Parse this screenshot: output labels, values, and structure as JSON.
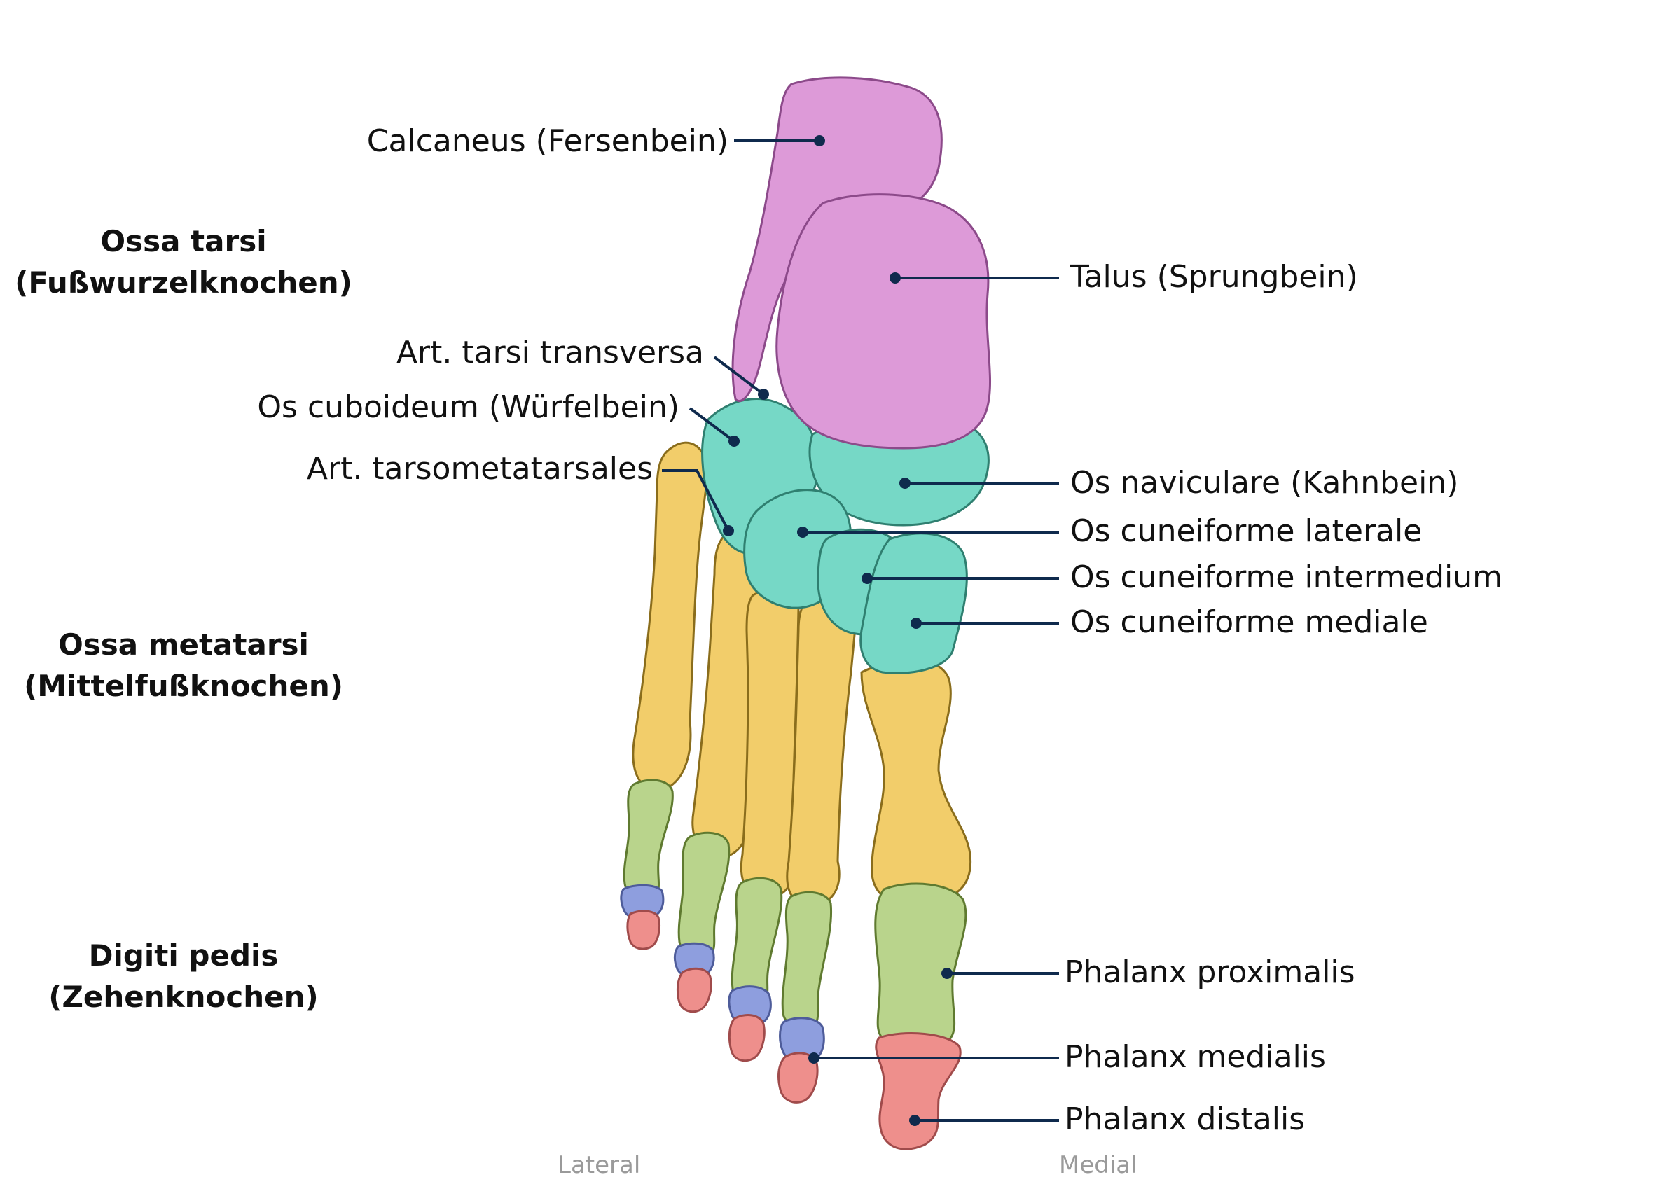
{
  "groups": {
    "tarsi": {
      "line1": "Ossa tarsi",
      "line2": "(Fußwurzelknochen)"
    },
    "metatarsi": {
      "line1": "Ossa metatarsi",
      "line2": "(Mittelfußknochen)"
    },
    "digiti": {
      "line1": "Digiti pedis",
      "line2": "(Zehenknochen)"
    }
  },
  "labels": {
    "calcaneus": "Calcaneus (Fersenbein)",
    "talus": "Talus (Sprungbein)",
    "tarsi_transversa": "Art. tarsi transversa",
    "cuboideum": "Os cuboideum (Würfelbein)",
    "tarsometatarsales": "Art. tarsometatarsales",
    "naviculare": "Os naviculare (Kahnbein)",
    "cuneiforme_laterale": "Os cuneiforme laterale",
    "cuneiforme_intermedium": "Os cuneiforme intermedium",
    "cuneiforme_mediale": "Os cuneiforme mediale",
    "phalanx_proximalis": "Phalanx proximalis",
    "phalanx_medialis": "Phalanx medialis",
    "phalanx_distalis": "Phalanx distalis"
  },
  "orientation": {
    "lateral": "Lateral",
    "medial": "Medial"
  },
  "colors": {
    "tarsal_hindfoot": "#dd9ad8",
    "tarsal_midfoot": "#76d8c6",
    "metatarsal": "#f2cd6a",
    "phalanx_proximal": "#b9d48c",
    "phalanx_middle": "#8e9ede",
    "phalanx_distal": "#ee8f8c",
    "leader_line": "#0f2a4d"
  }
}
